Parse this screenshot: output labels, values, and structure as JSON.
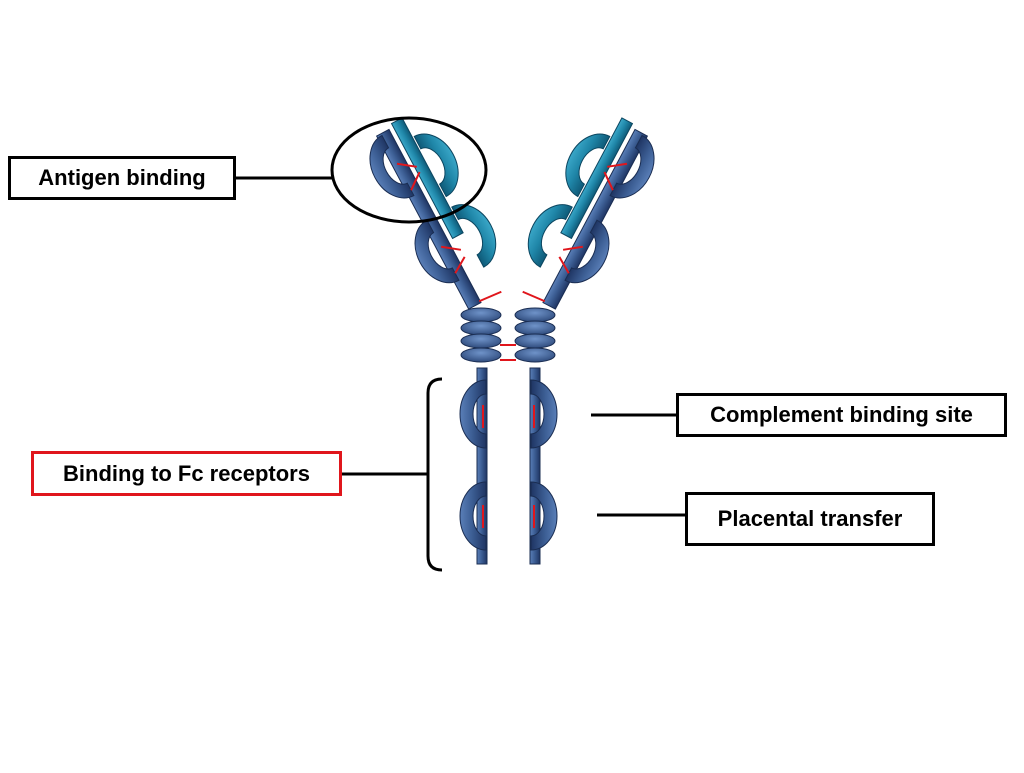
{
  "labels": {
    "antigen_binding": "Antigen binding",
    "fc_receptors": "Binding to Fc receptors",
    "complement_binding": "Complement binding site",
    "placental_transfer": "Placental transfer"
  },
  "colors": {
    "heavy_chain": "#3d5f95",
    "light_chain": "#1f86a8",
    "disulfide_bond": "#e0161c",
    "fc_receptor_box_border": "#e0161c",
    "label_border": "#000000"
  }
}
